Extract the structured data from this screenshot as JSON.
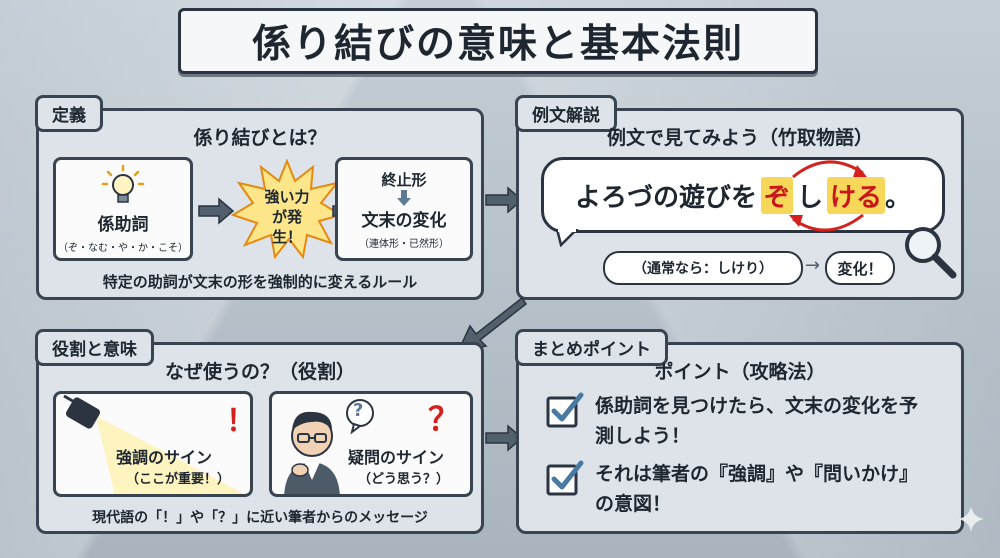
{
  "title": "係り結びの意味と基本法則",
  "panels": {
    "definition": {
      "tag": "定義",
      "heading": "係り結びとは？",
      "particle_label": "係助詞",
      "particle_list": "（ぞ・なむ・や・か・こそ）",
      "burst_text": "強い力が発生！",
      "end_form": "終止形",
      "change_label": "文末の変化",
      "change_forms": "（連体形・已然形）",
      "rule": "特定の助詞が文末の形を強制的に変えるルール"
    },
    "example": {
      "tag": "例文解説",
      "heading": "例文で見てみよう（竹取物語）",
      "sentence_a": "よろづの遊びを",
      "sentence_zo": "ぞ",
      "sentence_shi": "し",
      "sentence_keru": "ける",
      "sentence_end": "。",
      "normal_note": "（通常なら：しけり）",
      "arrow": "→",
      "change_note": "変化！"
    },
    "role": {
      "tag": "役割と意味",
      "heading": "なぜ使うの？（役割）",
      "emphasis_title": "強調のサイン",
      "emphasis_sub": "（ここが重要！）",
      "emphasis_mark": "！",
      "question_title": "疑問のサイン",
      "question_sub": "（どう思う？）",
      "question_mark": "？",
      "question_bubble": "?",
      "footer": "現代語の「！」や「？」に近い筆者からのメッセージ"
    },
    "summary": {
      "tag": "まとめポイント",
      "heading": "ポイント（攻略法）",
      "points": [
        "係助詞を見つけたら、文末の変化を予測しよう！",
        "それは筆者の『強調』や『問いかけ』の意図！"
      ]
    }
  },
  "colors": {
    "accent_red": "#d4211e",
    "highlight": "#f6d75a",
    "panel_bg": "#dde3e8",
    "border": "#3a4450"
  }
}
